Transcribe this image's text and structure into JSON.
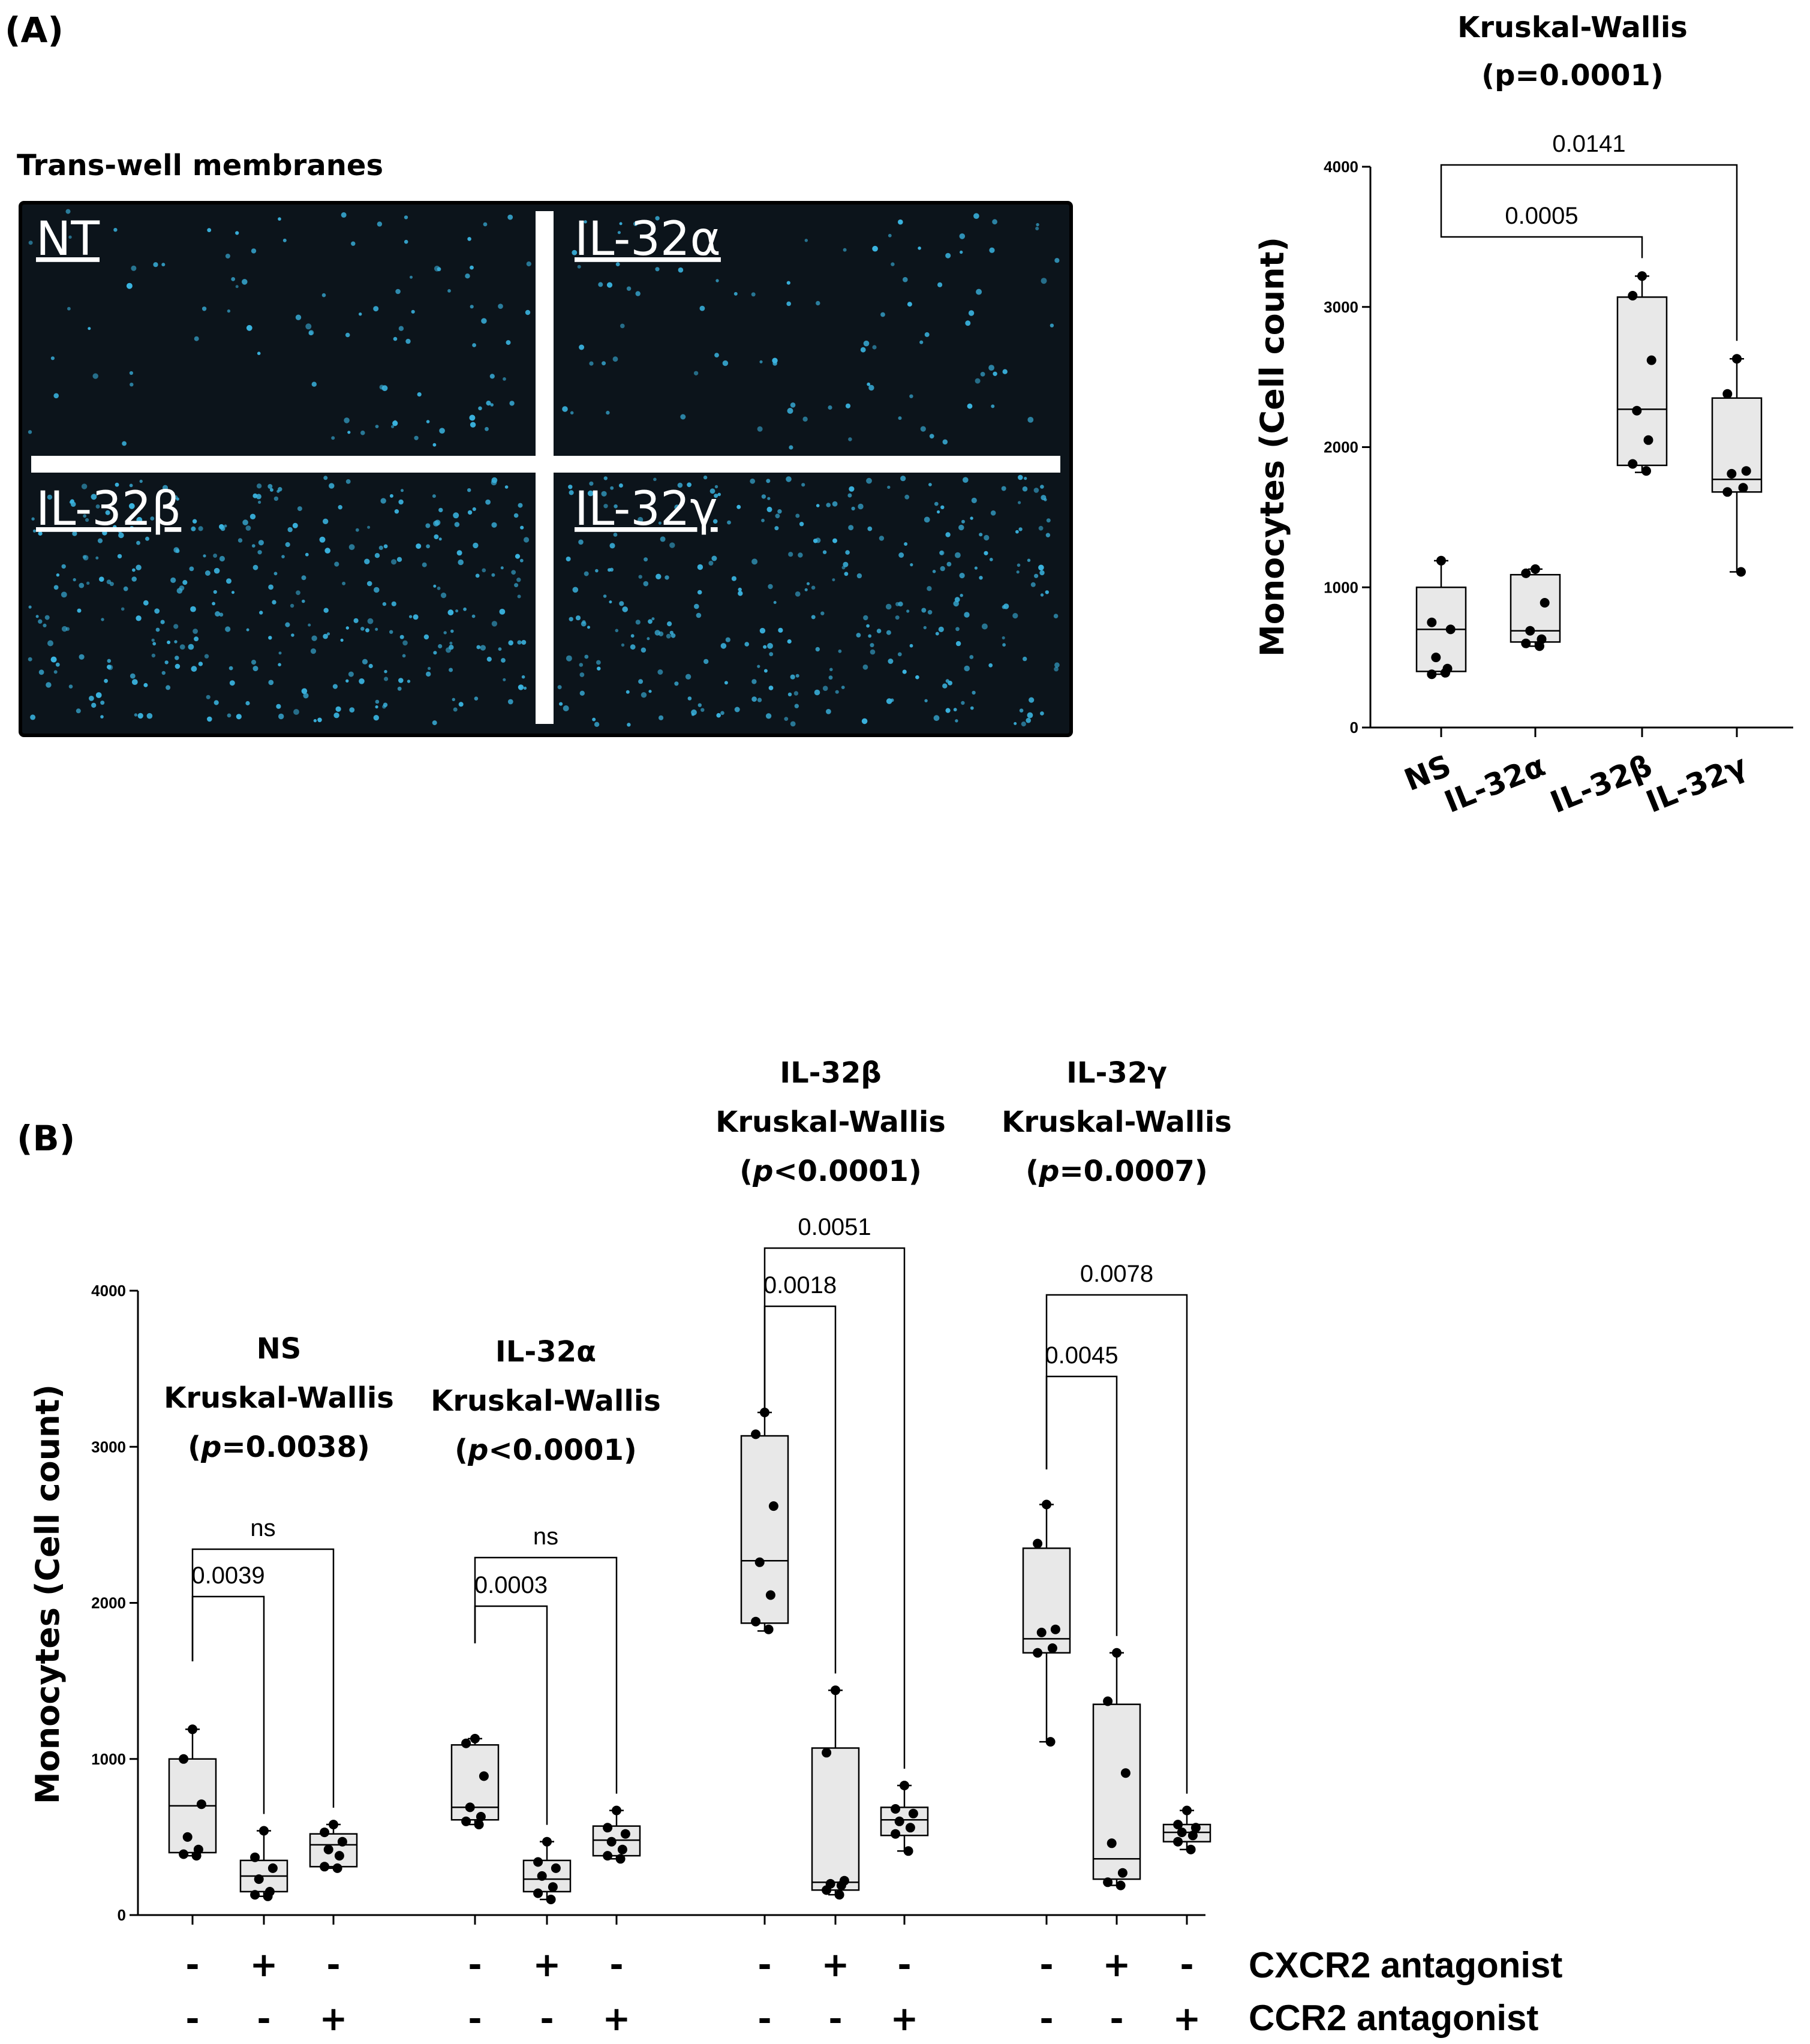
{
  "panel_a": {
    "label": "(A)",
    "membrane_title": "Trans-well membranes",
    "quadrants": [
      "NT",
      "IL-32α",
      "IL-32β",
      "IL-32γ"
    ]
  },
  "panel_b": {
    "label": "(B)",
    "row_labels": [
      "CXCR2 antagonist",
      "CCR2 antagonist"
    ]
  },
  "colors": {
    "box_fill": "#e8e8e8",
    "line": "#000000",
    "membrane_bg": "#0c141b",
    "cell": "#3ab4e0",
    "divider": "#ffffff"
  },
  "chart_data": [
    {
      "type": "box",
      "title": [
        "Kruskal-Wallis",
        "(p=0.0001)"
      ],
      "xlabel": "",
      "ylabel": "Monocytes (Cell count)",
      "ylim": [
        0,
        4000
      ],
      "yticks": [
        0,
        1000,
        2000,
        3000,
        4000
      ],
      "categories": [
        "NS",
        "IL-32α",
        "IL-32β",
        "IL-32γ"
      ],
      "boxes": [
        {
          "name": "NS",
          "min": 380,
          "q1": 400,
          "median": 700,
          "q3": 1000,
          "max": 1190,
          "points": [
            1190,
            750,
            700,
            500,
            420,
            380,
            390
          ]
        },
        {
          "name": "IL-32α",
          "min": 580,
          "q1": 610,
          "median": 690,
          "q3": 1090,
          "max": 1130,
          "points": [
            1130,
            1100,
            890,
            690,
            630,
            600,
            580
          ]
        },
        {
          "name": "IL-32β",
          "min": 1820,
          "q1": 1870,
          "median": 2270,
          "q3": 3070,
          "max": 3220,
          "points": [
            3220,
            3080,
            2620,
            2260,
            2050,
            1880,
            1830
          ]
        },
        {
          "name": "IL-32γ",
          "min": 1110,
          "q1": 1680,
          "median": 1770,
          "q3": 2350,
          "max": 2630,
          "points": [
            2630,
            2380,
            1830,
            1810,
            1710,
            1680,
            1110
          ]
        }
      ],
      "comparisons": [
        {
          "from": 0,
          "to": 2,
          "label": "0.0005"
        },
        {
          "from": 0,
          "to": 3,
          "label": "0.0141"
        }
      ]
    },
    {
      "type": "box",
      "title": "",
      "xlabel": "",
      "ylabel": "Monocytes (Cell count)",
      "ylim": [
        0,
        4000
      ],
      "yticks": [
        0,
        1000,
        2000,
        3000,
        4000
      ],
      "group_labels": [
        {
          "lines": [
            "NS",
            "Kruskal-Wallis"
          ],
          "p_prefix": "(",
          "p_italic": "p",
          "p_rest": "=0.0038)"
        },
        {
          "lines": [
            "IL-32α",
            "Kruskal-Wallis"
          ],
          "p_prefix": "(",
          "p_italic": "p",
          "p_rest": "<0.0001)"
        },
        {
          "lines": [
            "IL-32β",
            "Kruskal-Wallis"
          ],
          "p_prefix": "(",
          "p_italic": "p",
          "p_rest": "<0.0001)"
        },
        {
          "lines": [
            "IL-32γ",
            "Kruskal-Wallis"
          ],
          "p_prefix": "(",
          "p_italic": "p",
          "p_rest": "=0.0007)"
        }
      ],
      "boxes": [
        {
          "group": 0,
          "min": 380,
          "q1": 400,
          "median": 700,
          "q3": 1000,
          "max": 1190,
          "points": [
            1190,
            1000,
            710,
            500,
            420,
            390,
            380
          ],
          "cxcr2": "-",
          "ccr2": "-"
        },
        {
          "group": 0,
          "min": 120,
          "q1": 150,
          "median": 250,
          "q3": 350,
          "max": 540,
          "points": [
            540,
            370,
            300,
            230,
            150,
            130,
            120
          ],
          "cxcr2": "+",
          "ccr2": "-"
        },
        {
          "group": 0,
          "min": 300,
          "q1": 310,
          "median": 450,
          "q3": 520,
          "max": 580,
          "points": [
            580,
            530,
            470,
            420,
            380,
            310,
            300
          ],
          "cxcr2": "-",
          "ccr2": "+"
        },
        {
          "group": 1,
          "min": 580,
          "q1": 610,
          "median": 690,
          "q3": 1090,
          "max": 1130,
          "points": [
            1130,
            1100,
            890,
            690,
            630,
            600,
            580
          ],
          "cxcr2": "-",
          "ccr2": "-"
        },
        {
          "group": 1,
          "min": 100,
          "q1": 150,
          "median": 230,
          "q3": 350,
          "max": 470,
          "points": [
            470,
            340,
            300,
            250,
            180,
            140,
            100
          ],
          "cxcr2": "+",
          "ccr2": "-"
        },
        {
          "group": 1,
          "min": 360,
          "q1": 380,
          "median": 480,
          "q3": 570,
          "max": 670,
          "points": [
            670,
            560,
            520,
            470,
            420,
            380,
            360
          ],
          "cxcr2": "-",
          "ccr2": "+"
        },
        {
          "group": 2,
          "min": 1820,
          "q1": 1870,
          "median": 2270,
          "q3": 3070,
          "max": 3220,
          "points": [
            3220,
            3080,
            2620,
            2260,
            2050,
            1880,
            1830
          ],
          "cxcr2": "-",
          "ccr2": "-"
        },
        {
          "group": 2,
          "min": 130,
          "q1": 160,
          "median": 210,
          "q3": 1070,
          "max": 1440,
          "points": [
            1440,
            1040,
            220,
            200,
            190,
            160,
            130
          ],
          "cxcr2": "+",
          "ccr2": "-"
        },
        {
          "group": 2,
          "min": 410,
          "q1": 510,
          "median": 610,
          "q3": 690,
          "max": 830,
          "points": [
            830,
            680,
            650,
            600,
            560,
            520,
            410
          ],
          "cxcr2": "-",
          "ccr2": "+"
        },
        {
          "group": 3,
          "min": 1110,
          "q1": 1680,
          "median": 1770,
          "q3": 2350,
          "max": 2630,
          "points": [
            2630,
            2380,
            1830,
            1810,
            1710,
            1680,
            1110
          ],
          "cxcr2": "-",
          "ccr2": "-"
        },
        {
          "group": 3,
          "min": 190,
          "q1": 230,
          "median": 360,
          "q3": 1350,
          "max": 1680,
          "points": [
            1680,
            1370,
            910,
            460,
            270,
            210,
            190
          ],
          "cxcr2": "+",
          "ccr2": "-"
        },
        {
          "group": 3,
          "min": 420,
          "q1": 470,
          "median": 530,
          "q3": 580,
          "max": 670,
          "points": [
            670,
            580,
            560,
            530,
            510,
            470,
            420
          ],
          "cxcr2": "-",
          "ccr2": "+"
        }
      ],
      "comparisons": [
        {
          "from": 0,
          "to": 1,
          "label": "0.0039"
        },
        {
          "from": 0,
          "to": 2,
          "label": "ns"
        },
        {
          "from": 3,
          "to": 4,
          "label": "0.0003"
        },
        {
          "from": 3,
          "to": 5,
          "label": "ns"
        },
        {
          "from": 6,
          "to": 7,
          "label": "0.0018"
        },
        {
          "from": 6,
          "to": 8,
          "label": "0.0051"
        },
        {
          "from": 9,
          "to": 10,
          "label": "0.0045"
        },
        {
          "from": 9,
          "to": 11,
          "label": "0.0078"
        }
      ]
    }
  ]
}
